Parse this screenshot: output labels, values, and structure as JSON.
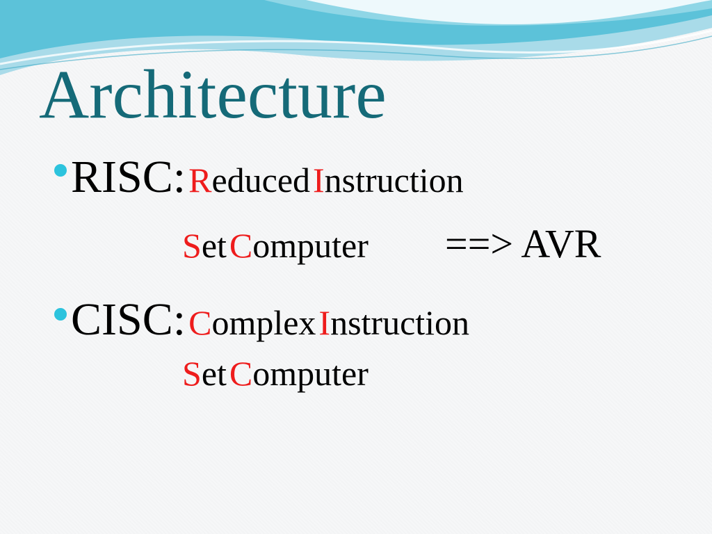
{
  "slide": {
    "title": "Architecture",
    "accent_color": "#156a78",
    "bullet_color": "#2cc3dd",
    "highlight_color": "#ee1c1c",
    "bullets": [
      {
        "term": "RISC:",
        "line1": [
          {
            "hl": "R",
            "rest": "educed"
          },
          {
            "hl": "I",
            "rest": "nstruction"
          }
        ],
        "line2": [
          {
            "hl": "S",
            "rest": "et"
          },
          {
            "hl": "C",
            "rest": "omputer"
          }
        ],
        "suffix": "==> AVR"
      },
      {
        "term": "CISC:",
        "line1": [
          {
            "hl": "C",
            "rest": "omplex"
          },
          {
            "hl": "I",
            "rest": "nstruction"
          }
        ],
        "line2": [
          {
            "hl": "S",
            "rest": "et"
          },
          {
            "hl": "C",
            "rest": "omputer"
          }
        ]
      }
    ]
  }
}
